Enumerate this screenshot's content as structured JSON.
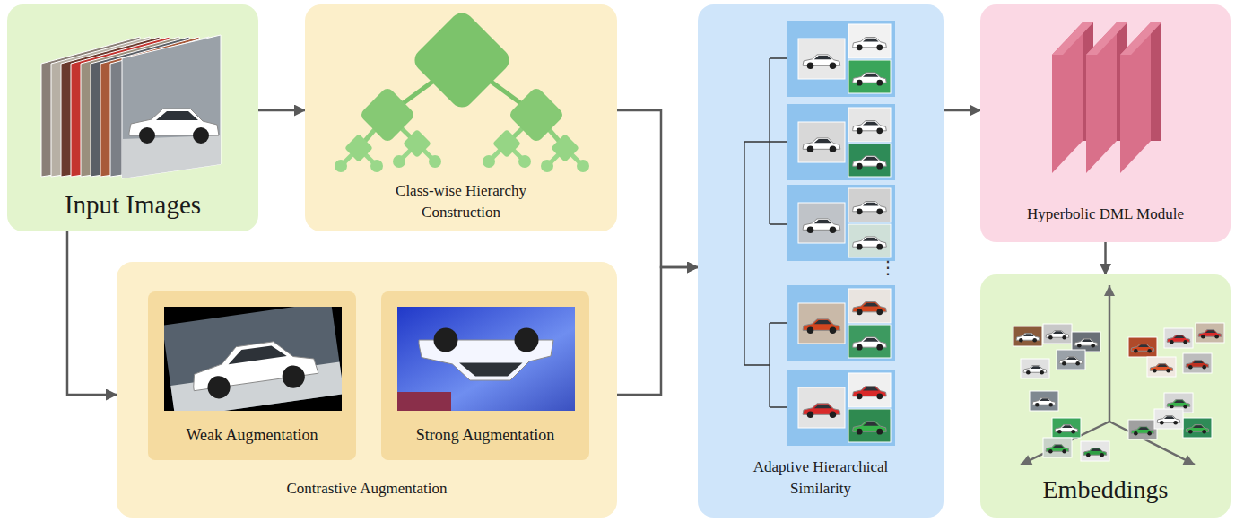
{
  "diagram": {
    "nodes": [
      {
        "text": [
          "Input Images"
        ]
      },
      {
        "text": [
          "Class-wise Hierarchy Construction"
        ]
      },
      {
        "text": [
          "Contrastive Augmentation"
        ]
      },
      {
        "text": [
          "Weak Augmentation"
        ],
        "in": 2
      },
      {
        "text": [
          "Strong Augmentation"
        ],
        "in": 2
      },
      {
        "text": [
          "Adaptive Hierarchical Similarity"
        ]
      },
      {
        "text": [
          "Hyperbolic DML Module"
        ]
      },
      {
        "text": [
          "Embeddings"
        ]
      }
    ],
    "edges": [
      {
        "from": 0,
        "to": 1,
        "arrow": "to"
      },
      {
        "from": 0,
        "to": 2,
        "arrow": "to"
      },
      {
        "from": 1,
        "to": 5,
        "arrow": "to"
      },
      {
        "from": 2,
        "to": 5,
        "arrow": "to"
      },
      {
        "from": 5,
        "to": 6,
        "arrow": "to"
      },
      {
        "from": 6,
        "to": 7,
        "arrow": "to"
      }
    ],
    "labels": [
      "⋮"
    ]
  }
}
